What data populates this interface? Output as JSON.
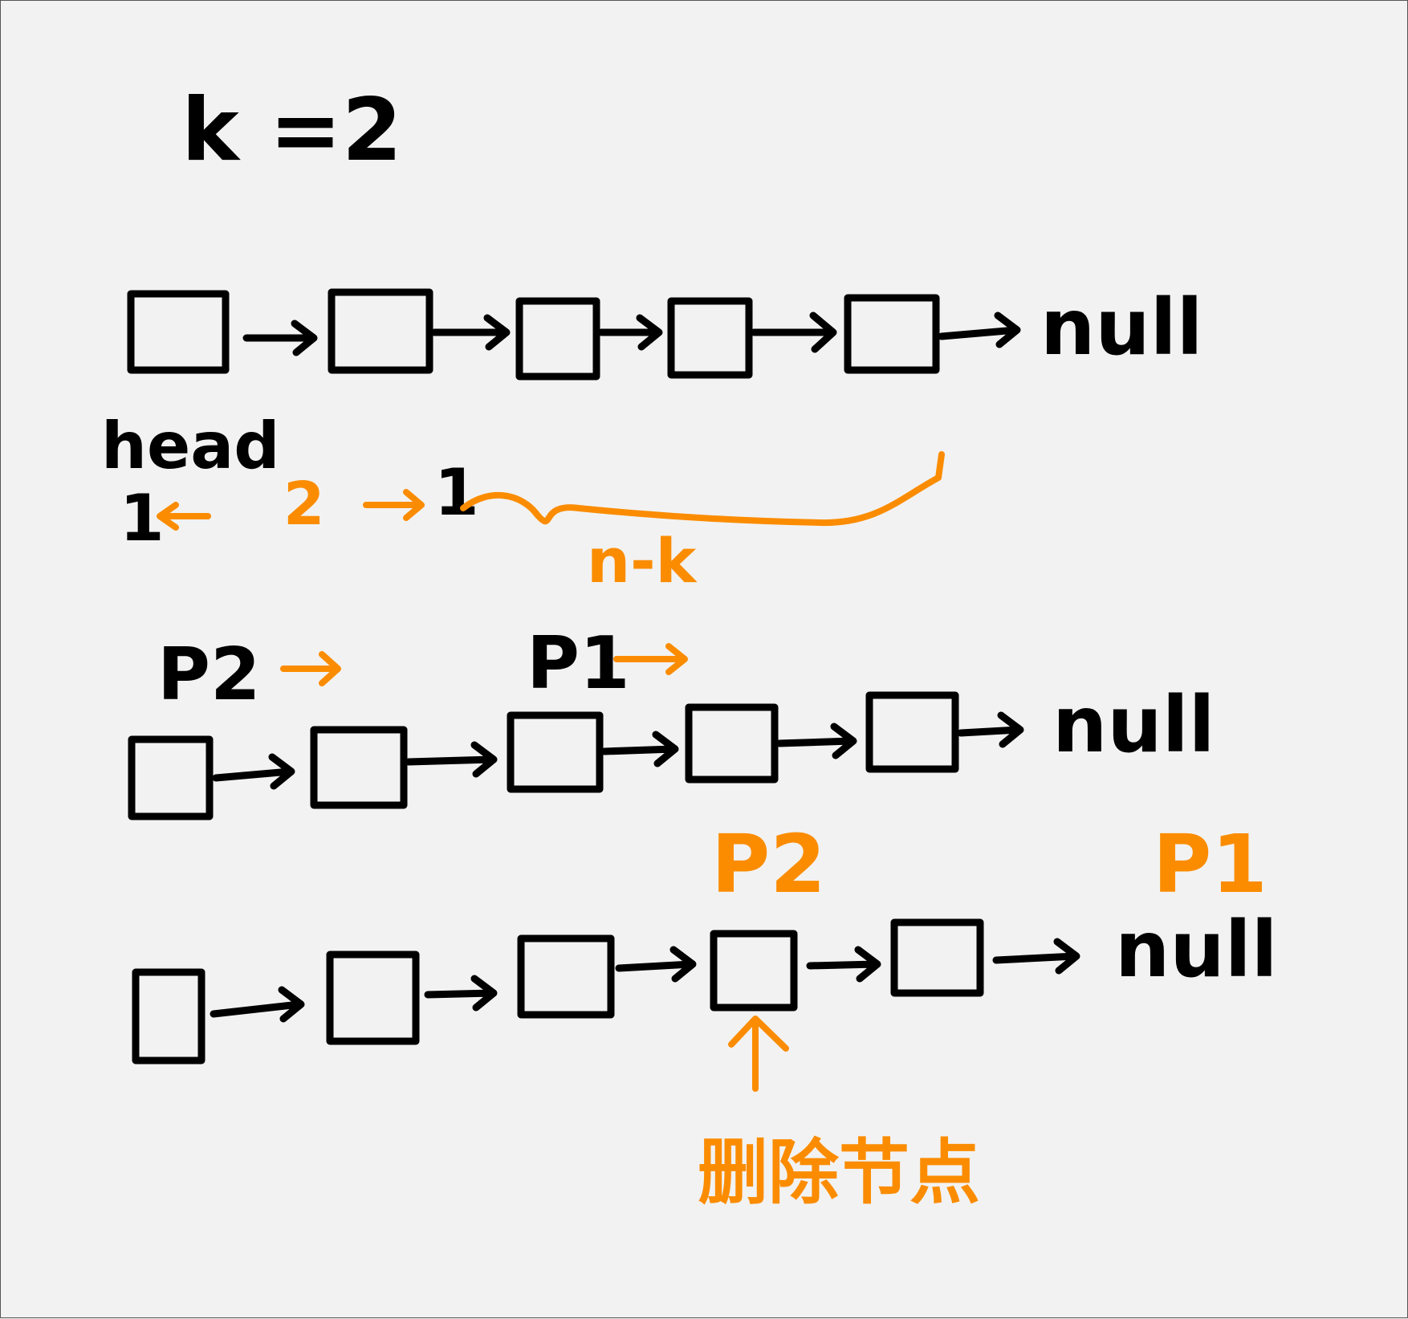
{
  "colors": {
    "ink": "#000000",
    "accent": "#fb8c00",
    "background": "#f2f2f2"
  },
  "title": "k =2",
  "null_label": "null",
  "head_label": "head",
  "step_1": "1",
  "step_2": "2",
  "step_end": "1",
  "gap_label": "n-k",
  "pointer_p2": "P2",
  "pointer_p1": "P1",
  "delete_label": "删除节点"
}
